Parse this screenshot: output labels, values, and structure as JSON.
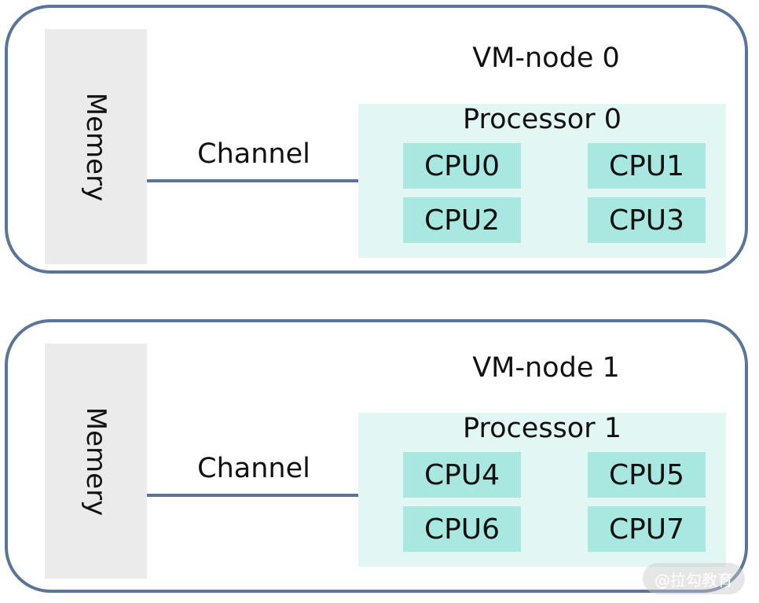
{
  "nodes": [
    {
      "title": "VM-node 0",
      "memory_label": "Memery",
      "channel_label": "Channel",
      "processor": {
        "title": "Processor 0",
        "cpus": [
          "CPU0",
          "CPU1",
          "CPU2",
          "CPU3"
        ]
      }
    },
    {
      "title": "VM-node 1",
      "memory_label": "Memery",
      "channel_label": "Channel",
      "processor": {
        "title": "Processor 1",
        "cpus": [
          "CPU4",
          "CPU5",
          "CPU6",
          "CPU7"
        ]
      }
    }
  ],
  "watermark": "@拉勾教育",
  "colors": {
    "border": "#5a7599",
    "memory_fill": "#ebebeb",
    "processor_fill": "#e2f6f4",
    "cpu_fill": "#a8e8e0"
  }
}
